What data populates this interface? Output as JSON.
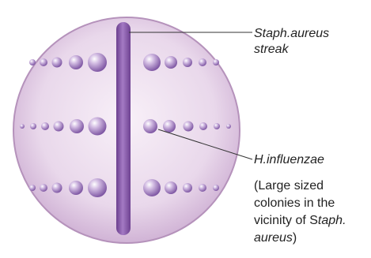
{
  "labels": {
    "staph_line1": "Staph.aureus",
    "staph_line2": "streak",
    "hinf": "H.influenzae",
    "note_line1": "(Large sized",
    "note_line2": "colonies in the",
    "note_line3_pre": "vicinity of S",
    "note_line3_italic": "taph.",
    "note_line4_italic": "aureus",
    "note_line4_post": ")"
  },
  "colors": {
    "plate_light": "#f7eef7",
    "plate_dark": "#c9a6cd",
    "plate_edge": "#b48dbb",
    "streak": "#8455a6",
    "colony": "#9a74bc",
    "pointer_line": "#333333",
    "text": "#222222"
  }
}
